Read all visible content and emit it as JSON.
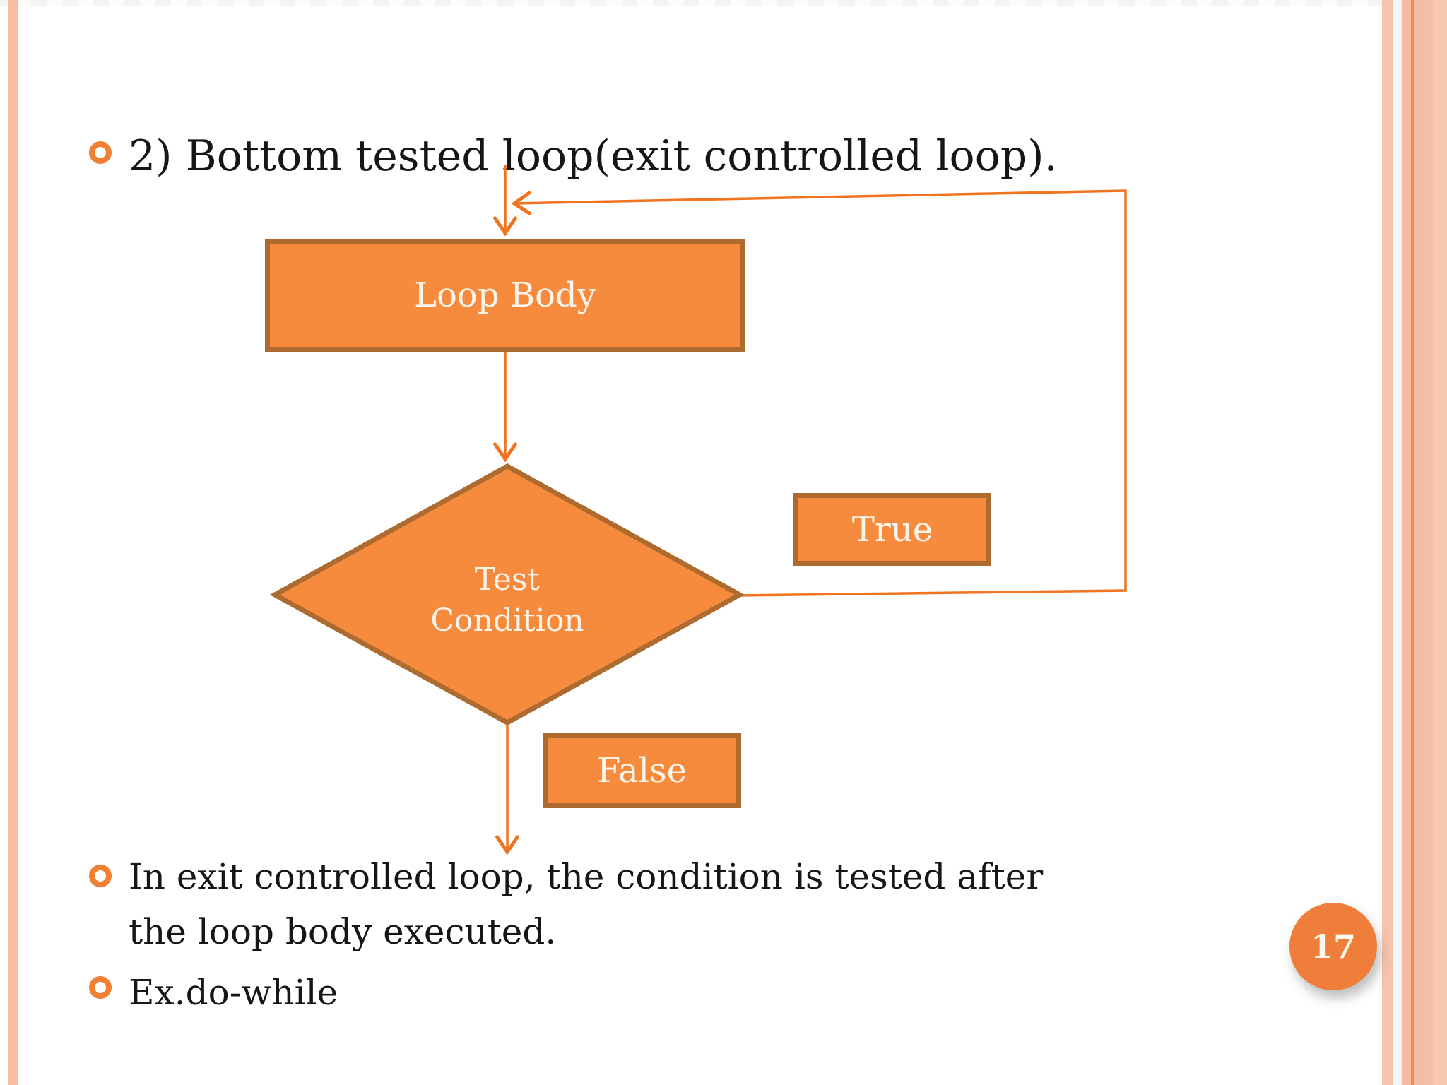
{
  "slide": {
    "title": "2) Bottom tested loop(exit controlled loop).",
    "bullet_exit": {
      "line1": "In exit controlled loop, the condition is tested after",
      "line2": "the loop body executed."
    },
    "bullet_example": "Ex.do-while",
    "page_number": "17"
  },
  "flowchart": {
    "loop_body_label": "Loop Body",
    "decision_label_line1": "Test",
    "decision_label_line2": "Condition",
    "true_label": "True",
    "false_label": "False"
  },
  "colors": {
    "shape_fill": "#F78B3D",
    "shape_border": "#AD6B30",
    "arrow": "#F0731F",
    "bullet_ring": "#F08033",
    "text": "#161616",
    "shape_text": "#FCF5EB",
    "stripe_salmon": "#F8BDA2",
    "stripe_accent": "#EE8E55",
    "page_circle": "#EE7E3A"
  }
}
